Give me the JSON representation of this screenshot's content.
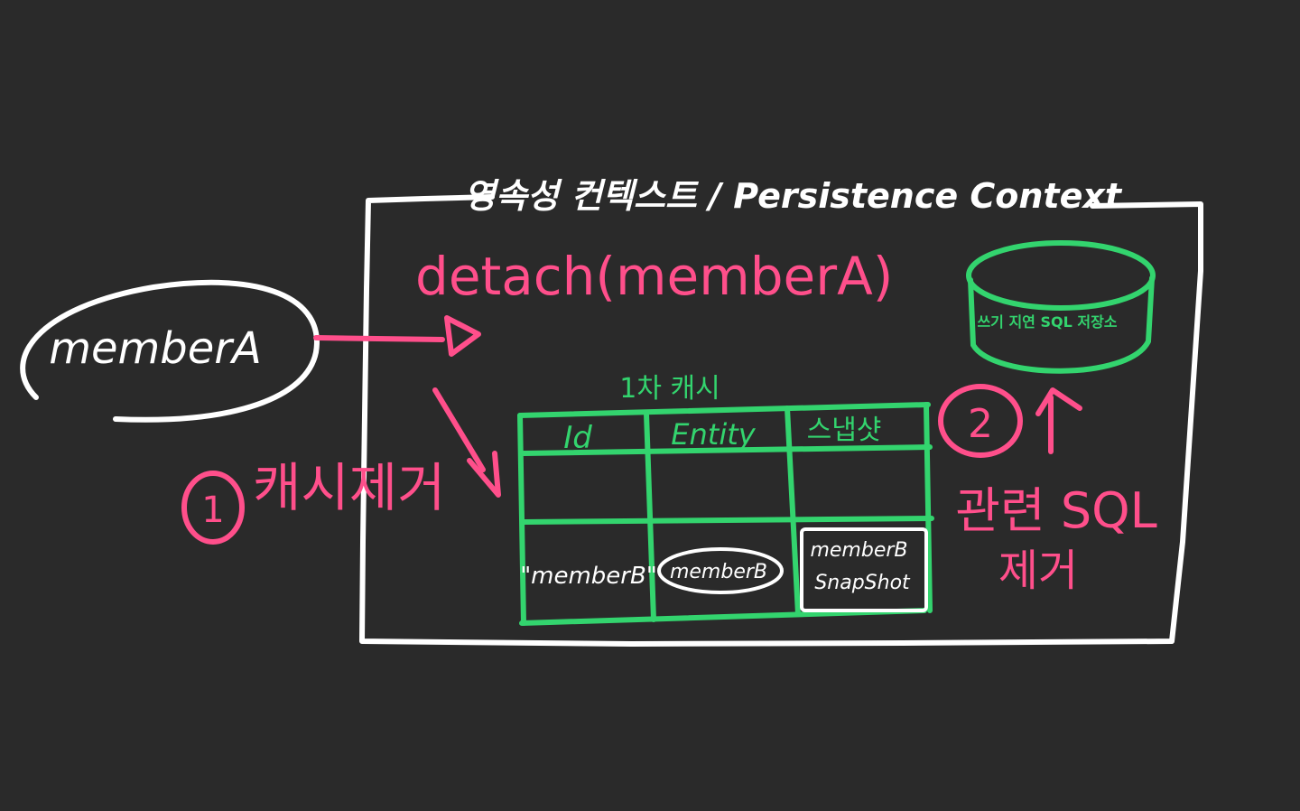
{
  "title": "영속성 컨텍스트 / Persistence Context",
  "entity_label": "memberA",
  "method_call": "detach(memberA)",
  "sql_store_label": "쓰기 지연 SQL 저장소",
  "cache_title": "1차 캐시",
  "table": {
    "headers": [
      "Id",
      "Entity",
      "스냅샷"
    ],
    "rows": [
      [
        "",
        "",
        ""
      ],
      [
        "\"memberB\"",
        "memberB",
        "memberB SnapShot"
      ]
    ]
  },
  "step1": {
    "number": "1",
    "label": "캐시제거"
  },
  "step2": {
    "number": "2",
    "label_line1": "관련 SQL",
    "label_line2": "제거"
  },
  "colors": {
    "background": "#2a2a2a",
    "chalk_white": "#ffffff",
    "pink": "#ff4f8b",
    "green": "#33d46e"
  }
}
